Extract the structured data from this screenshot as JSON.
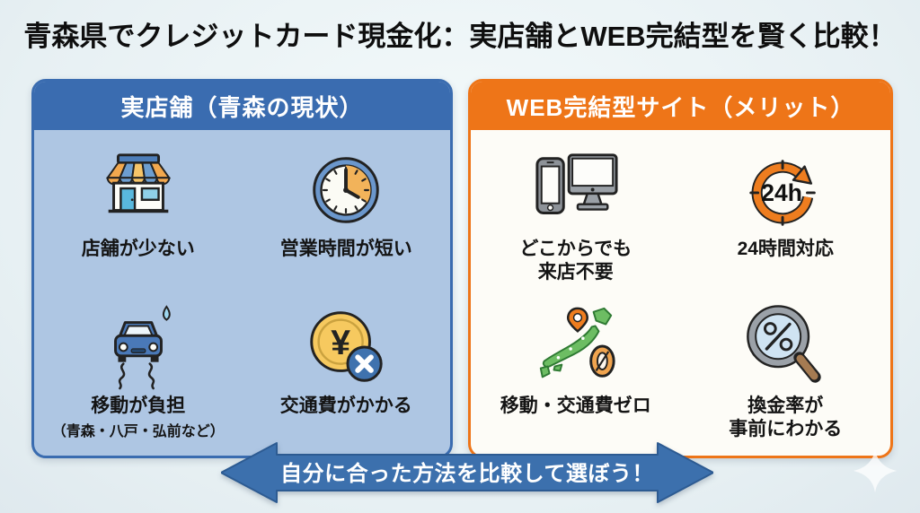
{
  "title": "青森県でクレジットカード現金化：実店舗とWEB完結型を賢く比較！",
  "left_panel": {
    "header": "実店舗（青森の現状）",
    "items": [
      {
        "icon": "storefront-icon",
        "label": "店舗が少ない"
      },
      {
        "icon": "clock-short-hours-icon",
        "label": "営業時間が短い"
      },
      {
        "icon": "car-skid-icon",
        "label": "移動が負担",
        "sublabel": "（青森・八戸・弘前など）"
      },
      {
        "icon": "yen-coin-cross-icon",
        "label": "交通費がかかる"
      }
    ]
  },
  "right_panel": {
    "header": "WEB完結型サイト（メリット）",
    "items": [
      {
        "icon": "phone-monitor-icon",
        "label_line1": "どこからでも",
        "label_line2": "来店不要"
      },
      {
        "icon": "24h-circular-arrow-icon",
        "label_line1": "24時間対応"
      },
      {
        "icon": "japan-map-pin-zero-icon",
        "label_line1": "移動・交通費ゼロ"
      },
      {
        "icon": "magnifier-percent-icon",
        "label_line1": "換金率が",
        "label_line2": "事前にわかる"
      }
    ]
  },
  "banner": {
    "label": "自分に合った方法を比較して選ぼう！"
  },
  "symbols": {
    "yen": "¥",
    "hours": "24h"
  },
  "colors": {
    "left_header_blue": "#3a6cb0",
    "left_body_blue": "#aec6e3",
    "right_header_orange": "#ee7518",
    "right_body_white": "#fdfcf7",
    "banner_blue": "#3c70ad",
    "background": "#e9f2f5",
    "title_text": "#0e0e0e",
    "header_text": "#ffffff"
  }
}
